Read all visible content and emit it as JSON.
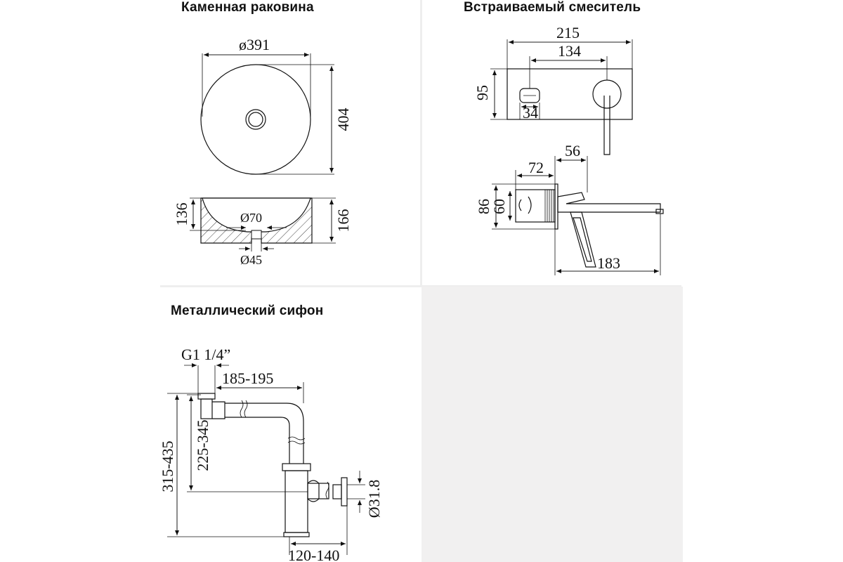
{
  "sink": {
    "title": "Каменная раковина",
    "dim_diameter": "ø391",
    "dim_depth": "404",
    "dim_height_inner": "136",
    "dim_height_outer": "166",
    "dim_drain_top": "Ø70",
    "dim_drain_bottom": "Ø45"
  },
  "mixer": {
    "title": "Встраиваемый смеситель",
    "dim_plate_width": "215",
    "dim_axis_distance": "134",
    "dim_plate_height": "95",
    "dim_knob": "34",
    "dim_depth_56": "56",
    "dim_depth_72": "72",
    "dim_side_86": "86",
    "dim_side_60": "60",
    "dim_spout": "183"
  },
  "siphon": {
    "title": "Металлический сифон",
    "dim_thread": "G1 1/4”",
    "dim_horizontal": "185-195",
    "dim_total_height": "315-435",
    "dim_height_inner": "225-345",
    "dim_outlet": "Ø31.8",
    "dim_outlet_offset": "120-140"
  }
}
